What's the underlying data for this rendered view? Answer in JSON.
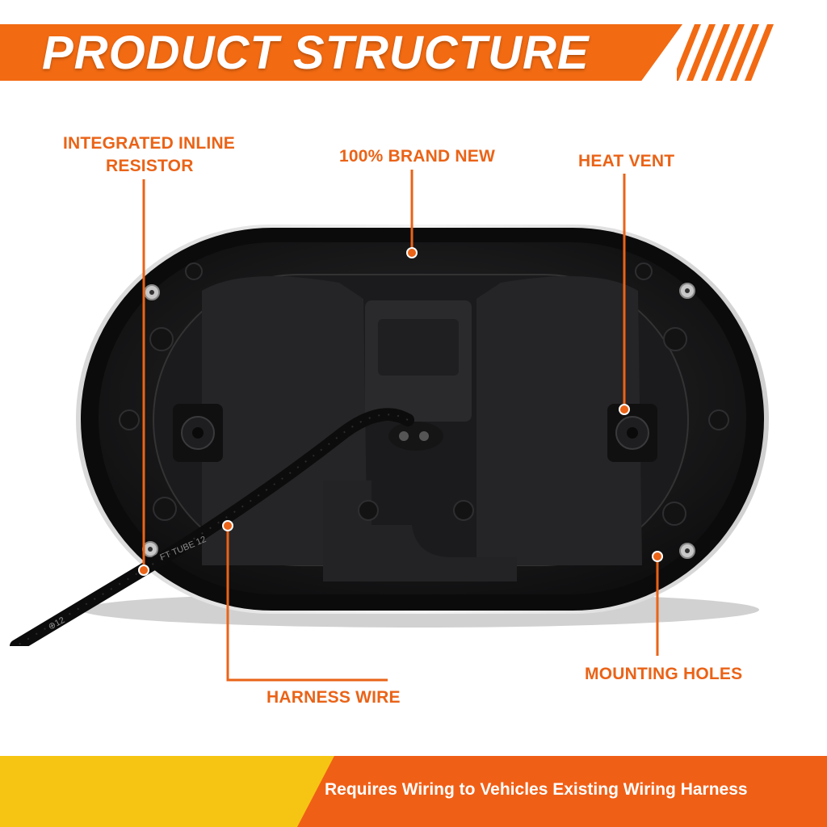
{
  "banner": {
    "title": "PRODUCT STRUCTURE",
    "color": "#f26a12"
  },
  "callouts": {
    "resistor_line1": "INTEGRATED INLINE",
    "resistor_line2": "RESISTOR",
    "brand_new": "100% BRAND NEW",
    "heat_vent": "HEAT VENT",
    "harness_wire": "HARNESS WIRE",
    "mounting_holes": "MOUNTING HOLES"
  },
  "colors": {
    "accent": "#ea6317",
    "footer_orange": "#f05f16",
    "footer_yellow": "#f6c513"
  },
  "cable_print": {
    "text1": "FT TUBE 12",
    "text2": "⊕12"
  },
  "footer": {
    "text": "Requires Wiring to Vehicles Existing Wiring Harness"
  }
}
